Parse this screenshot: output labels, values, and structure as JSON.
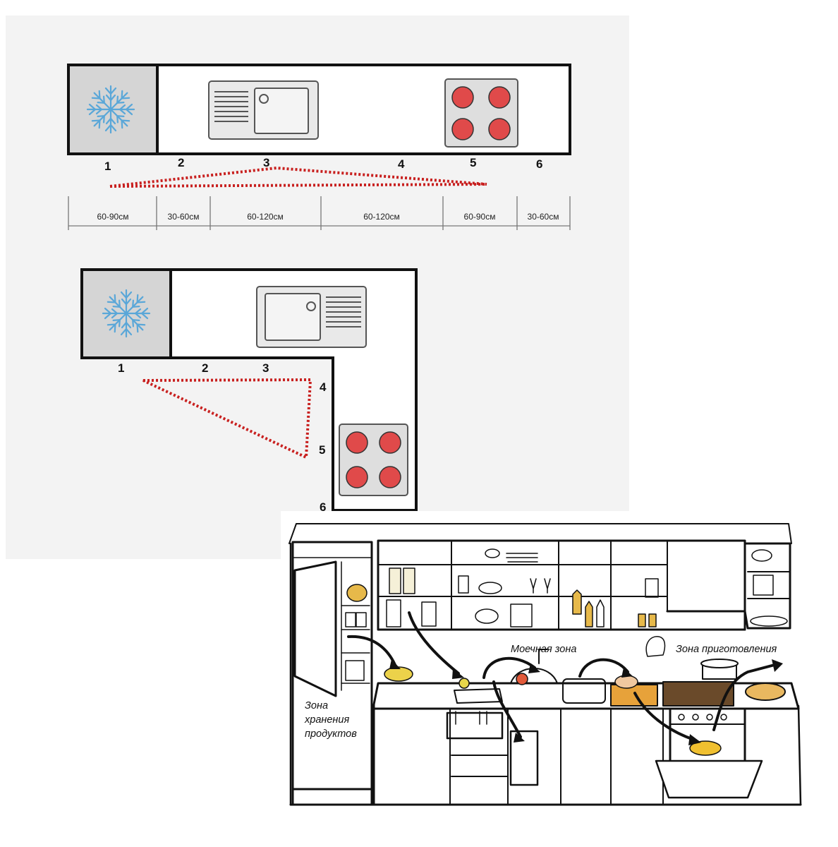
{
  "linear_plan": {
    "zone_numbers": [
      "1",
      "2",
      "3",
      "4",
      "5",
      "6"
    ],
    "dimensions": [
      "60-90см",
      "30-60см",
      "60-120см",
      "60-120см",
      "60-90см",
      "30-60см"
    ]
  },
  "corner_plan": {
    "zone_numbers": [
      "1",
      "2",
      "3",
      "4",
      "5",
      "6"
    ]
  },
  "kitchen_sketch": {
    "label_washing": "Моечная зона",
    "label_cooking": "Зона приготовления",
    "label_storage": [
      "Зона",
      "хранения",
      "продуктов"
    ]
  },
  "colors": {
    "burner": "#e04a4a",
    "triangle_dots": "#c8201f",
    "snowflake": "#5aa7d8",
    "fridge_fill": "#d5d5d5"
  }
}
